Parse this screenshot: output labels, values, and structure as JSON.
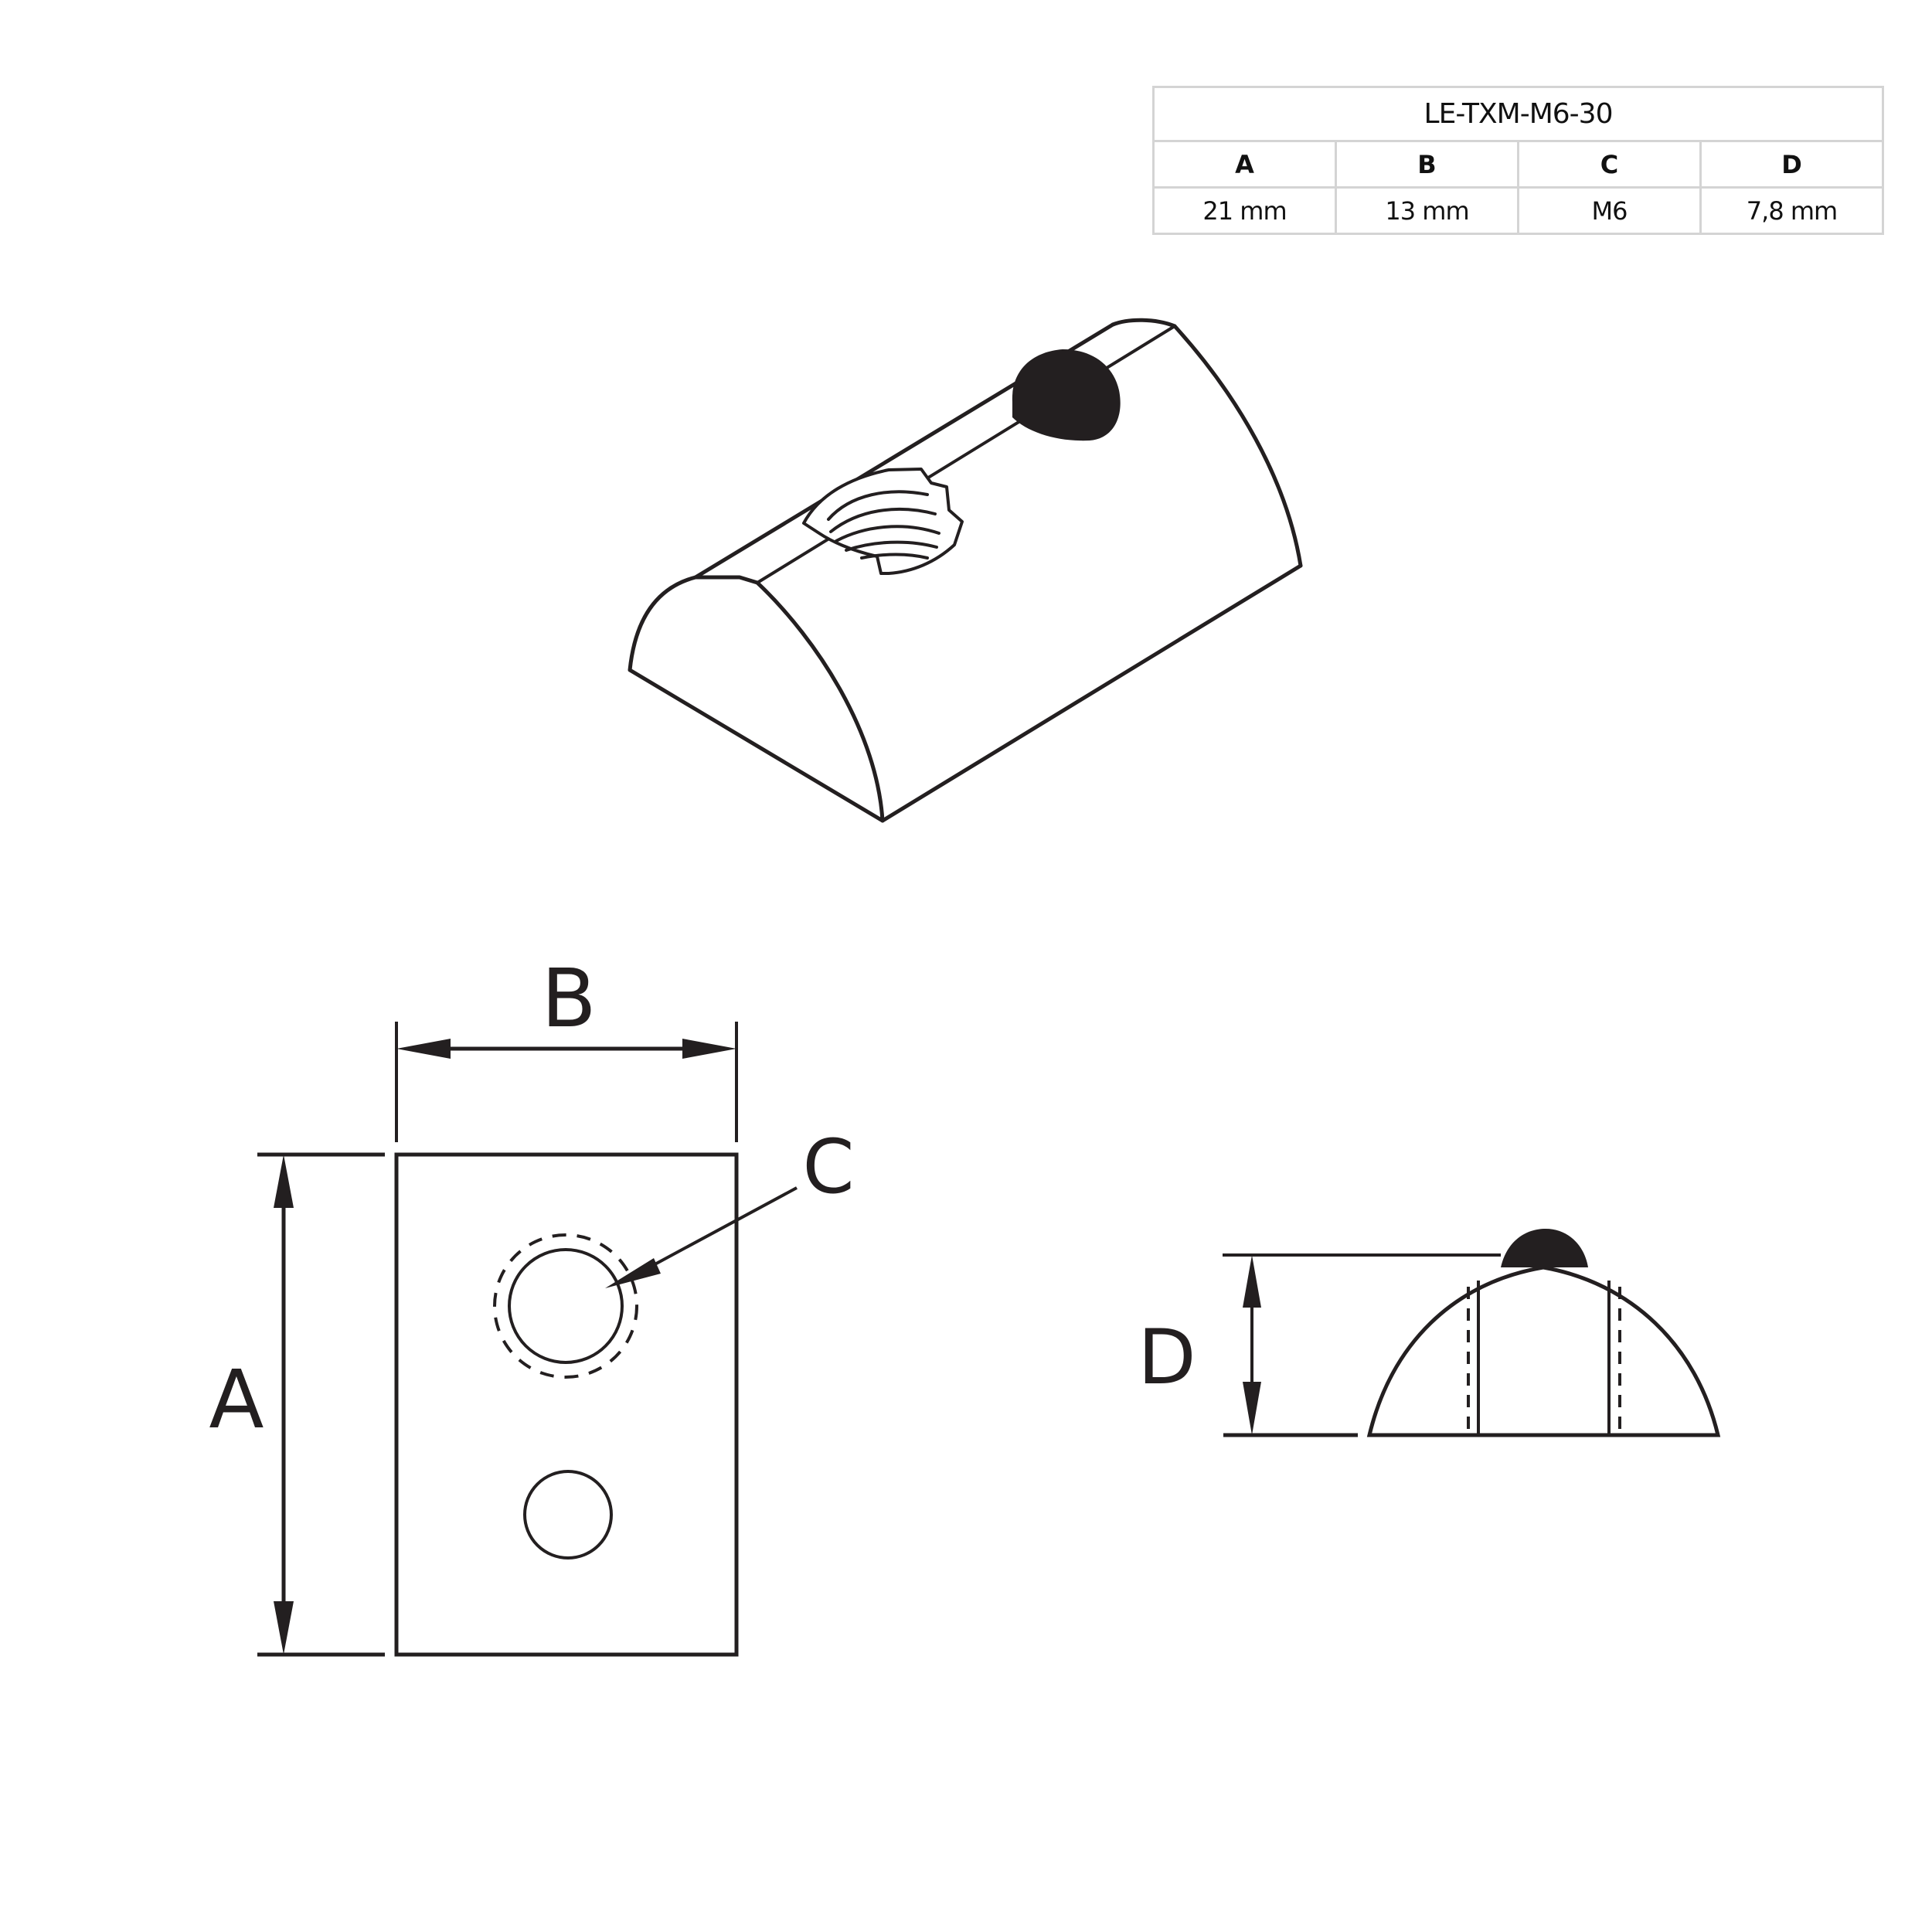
{
  "spec_table": {
    "title": "LE-TXM-M6-30",
    "columns": [
      "A",
      "B",
      "C",
      "D"
    ],
    "values": [
      "21 mm",
      "13 mm",
      "M6",
      "7,8 mm"
    ]
  },
  "drawing": {
    "isometric_view": "T-slot hammer nut with threaded M6 hole and spring ball",
    "top_view": {
      "width_label": "B",
      "length_label": "A",
      "thread_label": "C"
    },
    "side_view": {
      "height_label": "D"
    },
    "line_color": "#231f20",
    "table_border_color": "#d4d4d4"
  }
}
